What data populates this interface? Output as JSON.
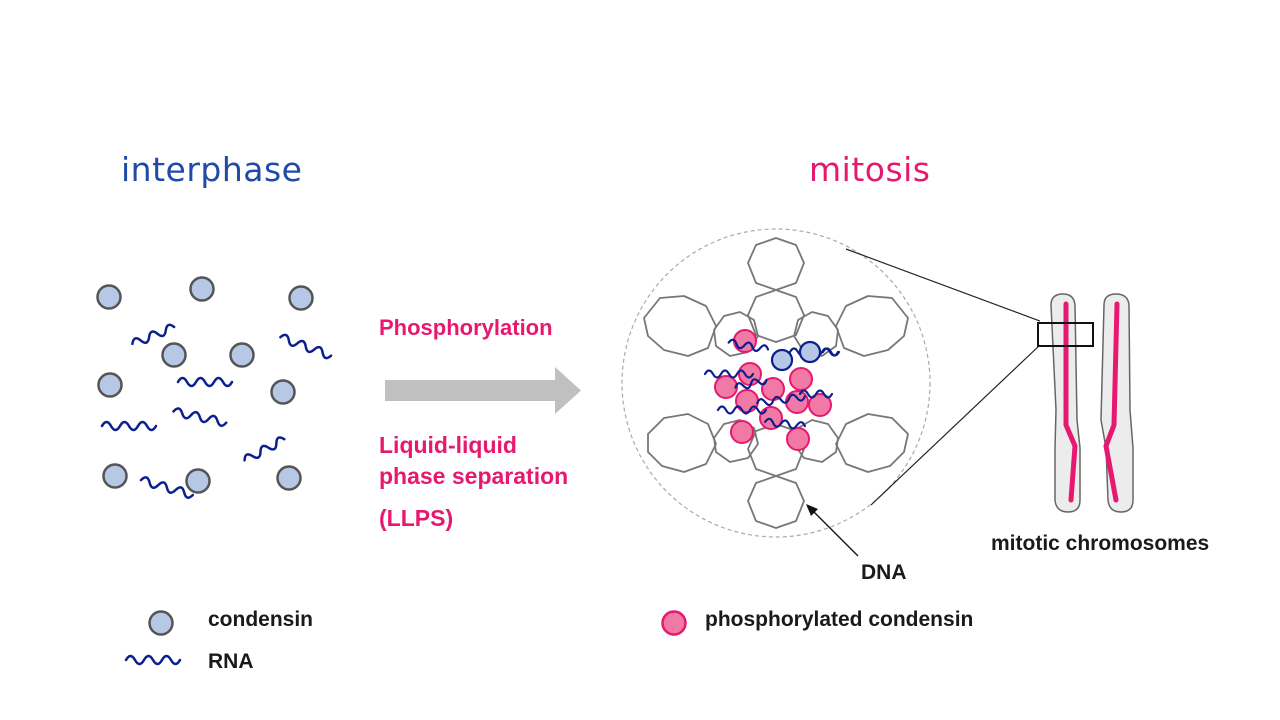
{
  "titles": {
    "left": "interphase",
    "right": "mitosis"
  },
  "process": {
    "step1": "Phosphorylation",
    "step2_line1": "Liquid-liquid",
    "step2_line2": "phase separation",
    "step2_line3": "(LLPS)"
  },
  "annotations": {
    "dna": "DNA",
    "chromosomes": "mitotic chromosomes"
  },
  "legend": {
    "condensin": "condensin",
    "rna": "RNA",
    "phosphorylated": "phosphorylated condensin"
  },
  "colors": {
    "condensin_fill": "#b7c8e6",
    "condensin_stroke": "#555555",
    "rna": "#0b1f8f",
    "phospho_fill": "#f07aa5",
    "phospho_stroke": "#e6186f",
    "accent_pink": "#e6186f",
    "title_blue": "#1f4aa8",
    "arrow": "#c0c0c0",
    "dna_strand": "#777777"
  }
}
